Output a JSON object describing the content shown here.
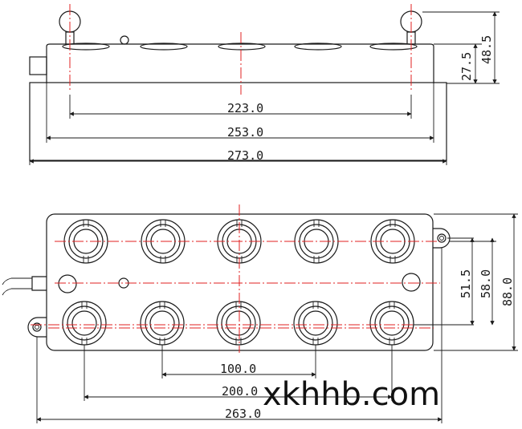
{
  "dimensions": {
    "top_view": {
      "width_223": "223.0",
      "width_253": "253.0",
      "width_273": "273.0",
      "height_27_5": "27.5",
      "height_48_5": "48.5"
    },
    "bottom_view": {
      "pitch_100": "100.0",
      "pitch_200": "200.0",
      "width_263": "263.0",
      "height_51_5": "51.5",
      "height_58": "58.0",
      "height_88": "88.0"
    }
  },
  "watermark": "xkhhb.com",
  "colors": {
    "line": "#1a1a1a",
    "centerline": "#e02020"
  }
}
